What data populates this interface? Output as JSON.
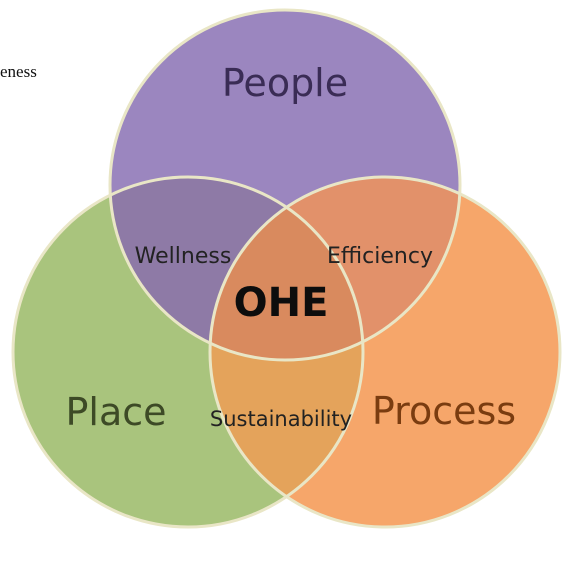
{
  "fragment_text": "eness",
  "circles": {
    "people": {
      "label": "People",
      "fill": "#9b86bf",
      "text_color": "#3a2c55"
    },
    "place": {
      "label": "Place",
      "fill": "#a9c47d",
      "text_color": "#3d4a26"
    },
    "process": {
      "label": "Process",
      "fill": "#f6a66a",
      "text_color": "#7a3c10"
    }
  },
  "overlaps": {
    "wellness": "Wellness",
    "efficiency": "Efficiency",
    "sustainability": "Sustainability"
  },
  "center": {
    "label": "OHE",
    "fill": "#d98a5e"
  },
  "colors": {
    "outline": "#e9e6c6",
    "people_place": "#8e7aa6",
    "people_process": "#e2916a",
    "place_process": "#e4a35b"
  }
}
